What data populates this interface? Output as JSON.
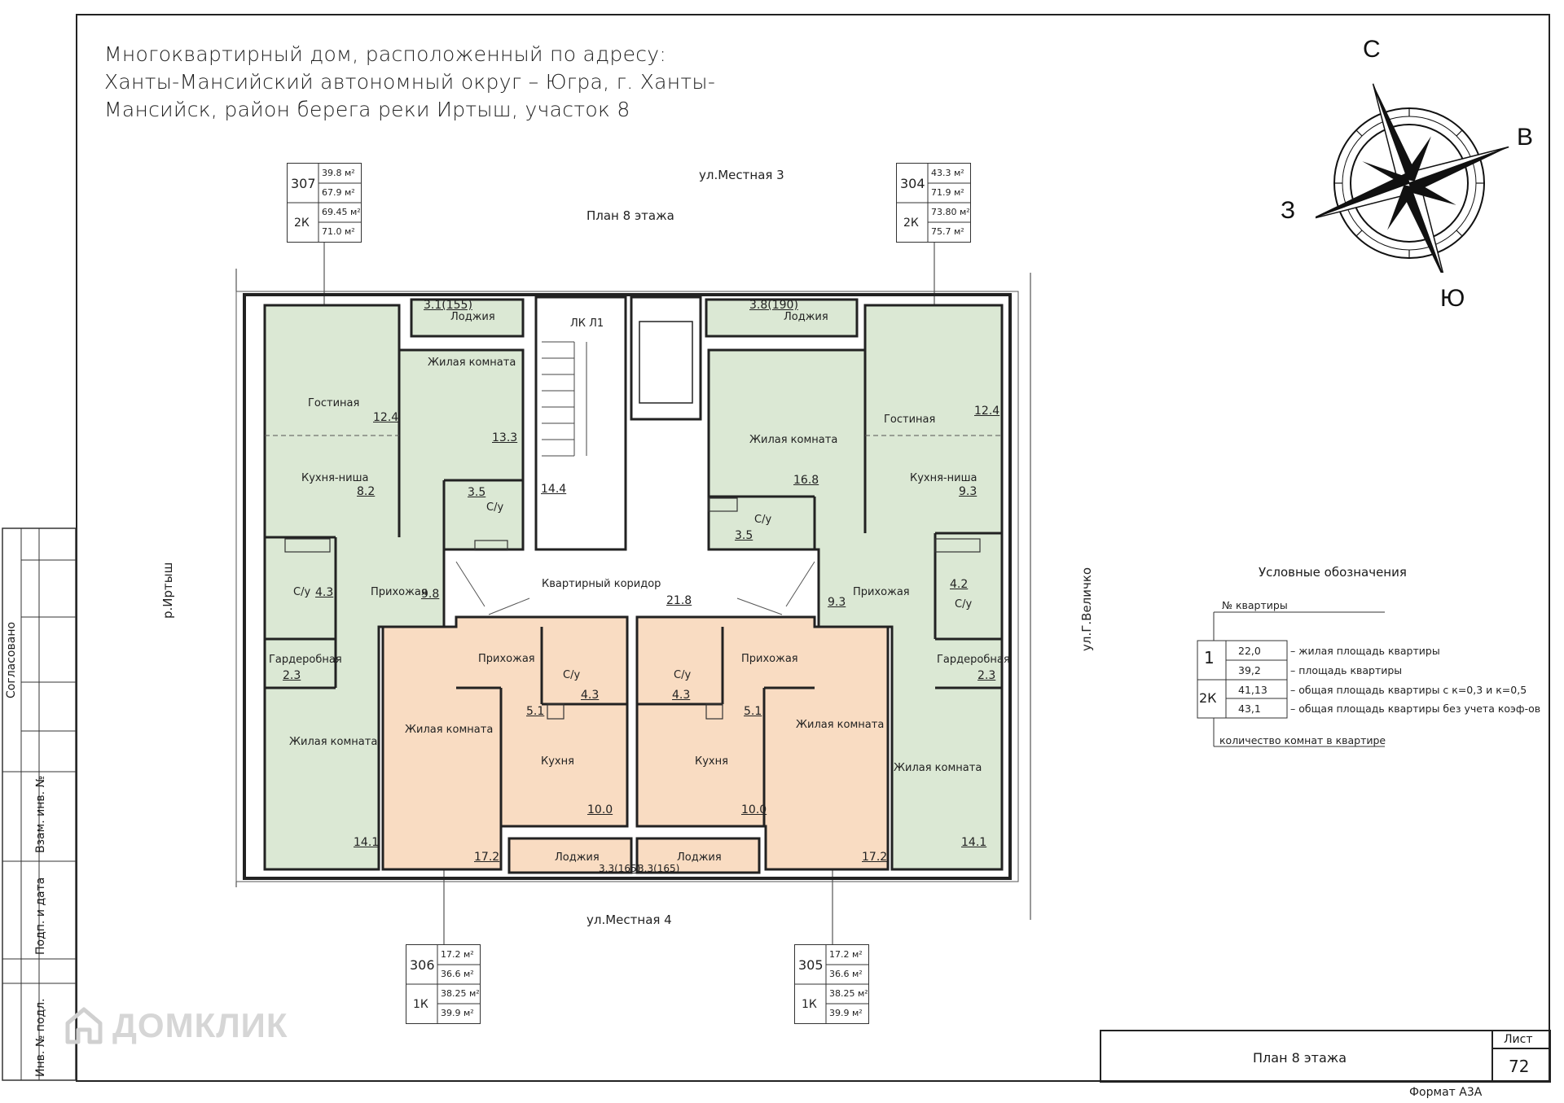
{
  "title": {
    "line1": "Многоквартирный  дом, расположенный по адресу:",
    "line2": "Ханты-Мансийский автономный округ – Югра, г. Ханты-",
    "line3": "Мансийск, район берега реки Иртыш, участок 8"
  },
  "plan_title": "План 8 этажа",
  "streets": {
    "top": "ул.Местная 3",
    "bottom": "ул.Местная 4",
    "left": "р.Иртыш",
    "right": "ул.Г.Величко"
  },
  "compass": {
    "north": "С",
    "east": "В",
    "south": "Ю",
    "west": "З"
  },
  "apartments": [
    {
      "number": "307",
      "rooms": "2К",
      "living": "39.8 м²",
      "area": "67.9 м²",
      "total_k": "69.45 м²",
      "total": "71.0 м²"
    },
    {
      "number": "304",
      "rooms": "2К",
      "living": "43.3 м²",
      "area": "71.9 м²",
      "total_k": "73.80 м²",
      "total": "75.7 м²"
    },
    {
      "number": "306",
      "rooms": "1К",
      "living": "17.2 м²",
      "area": "36.6 м²",
      "total_k": "38.25 м²",
      "total": "39.9 м²"
    },
    {
      "number": "305",
      "rooms": "1К",
      "living": "17.2 м²",
      "area": "36.6 м²",
      "total_k": "38.25 м²",
      "total": "39.9 м²"
    }
  ],
  "rooms": {
    "loggia_tl": "3.1(155)",
    "loggia_label": "Лоджия",
    "loggia_tr": "3.8(190)",
    "lk": "ЛК Л1",
    "living_room": "Гостиная",
    "living_room_l_area": "12.4",
    "living_room_r_area": "12.4",
    "kitchen_niche": "Кухня-ниша",
    "kitchen_niche_l_area": "8.2",
    "kitchen_niche_r_area": "9.3",
    "bedroom": "Жилая комната",
    "bedroom_tl_area": "13.3",
    "bedroom_tr_area": "16.8",
    "stair_area": "14.4",
    "bath": "С/у",
    "bath_tl_area": "3.5",
    "bath_tr_area": "3.5",
    "bath_ml_area": "4.3",
    "bath_mr_area": "4.2",
    "hall": "Прихожая",
    "hall_l_area": "9.8",
    "hall_r_area": "9.3",
    "corridor": "Квартирный коридор",
    "corridor_area": "21.8",
    "wardrobe": "Гардеробная",
    "wardrobe_l_area": "2.3",
    "wardrobe_r_area": "2.3",
    "bedroom_bl_area": "14.1",
    "bedroom_br_area": "14.1",
    "bedroom_ml_area": "17.2",
    "bedroom_mr_area": "17.2",
    "kitchen": "Кухня",
    "kitchen_l_area": "10.0",
    "kitchen_r_area": "10.0",
    "hall_s_l_area": "5.1",
    "hall_s_r_area": "5.1",
    "bath_s_l_area": "4.3",
    "bath_s_r_area": "4.3",
    "loggia_bl": "3.3(165)",
    "loggia_br": "3.3(165)"
  },
  "legend": {
    "title": "Условные обозначения",
    "apt_no": "№ квартиры",
    "sample_no": "1",
    "sample_rooms": "2К",
    "v1": "22,0",
    "d1": "– жилая площадь квартиры",
    "v2": "39,2",
    "d2": "– площадь квартиры",
    "v3": "41,13",
    "d3": "– общая площадь квартиры с к=0,3 и к=0,5",
    "v4": "43,1",
    "d4": "– общая площадь квартиры без учета коэф-ов",
    "rooms_count": "количество комнат в квартире"
  },
  "stamp": {
    "agreed": "Согласовано",
    "vzam": "Взам. инв. №",
    "sign": "Подп. и дата",
    "inv": "Инв. № подл."
  },
  "footer": {
    "sheet_title": "План 8 этажа",
    "sheet_label": "Лист",
    "sheet_number": "72",
    "format": "Формат А3А"
  },
  "watermark": "ДОМКЛИК",
  "colors": {
    "green": "#dbe8d4",
    "peach": "#f9dcc2",
    "wall": "#222222"
  }
}
